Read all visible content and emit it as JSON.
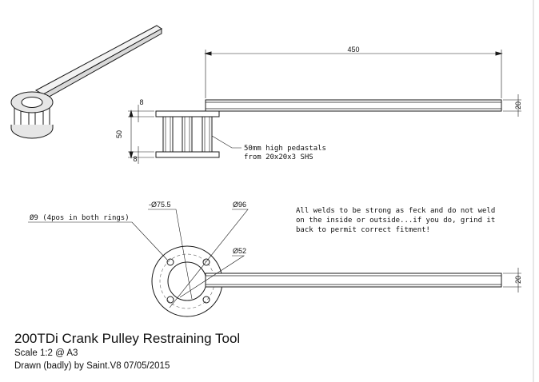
{
  "title": "200TDi Crank Pulley Restraining Tool",
  "scale": "Scale 1:2 @ A3",
  "drawn_by": "Drawn (badly) by Saint.V8 07/05/2015",
  "top_view": {
    "dim_length": "450",
    "dim_bar_width": "20",
    "dim_ring_thickness_top": "8",
    "dim_total_height": "50",
    "dim_ring_thickness_bottom": "8",
    "pedestal_note_line1": "50mm high pedastals",
    "pedestal_note_line2": "from 20x20x3 SHS"
  },
  "front_view": {
    "hole_note": "Ø9 (4pos in both rings)",
    "pcd": "-Ø75.5",
    "outer_diameter": "Ø96",
    "inner_diameter": "Ø52",
    "dim_bar_width": "20",
    "weld_note_line1": "All welds to be strong as feck and do not weld",
    "weld_note_line2": "on the inside or outside...if you do, grind it",
    "weld_note_line3": "back to permit correct fitment!"
  },
  "colors": {
    "line": "#1a1a1a",
    "hidden": "#666666",
    "background": "#ffffff"
  }
}
